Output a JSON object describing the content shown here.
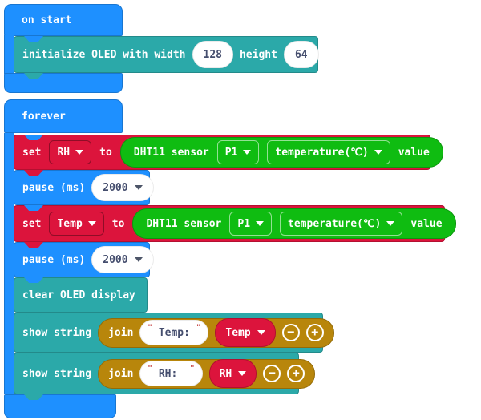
{
  "colors": {
    "basic_blue": "#1E90FF",
    "oled_teal": "#2BA9A9",
    "variables_red": "#DC143C",
    "sensor_green": "#0FBC11",
    "text_gold": "#B8860B"
  },
  "glyphs": {
    "minus": "−",
    "plus": "+",
    "quote": "\""
  },
  "on_start": {
    "label": "on start",
    "oled_init": {
      "prefix": "initialize OLED with width",
      "width_value": "128",
      "height_label": "height",
      "height_value": "64"
    }
  },
  "forever": {
    "label": "forever",
    "set_rh": {
      "set_label": "set",
      "variable": "RH",
      "to_label": "to",
      "dht11": {
        "name": "DHT11 sensor",
        "pin": "P1",
        "reading": "temperature(℃)",
        "value_label": "value"
      }
    },
    "pause_1": {
      "label": "pause (ms)",
      "value": "2000"
    },
    "set_temp": {
      "set_label": "set",
      "variable": "Temp",
      "to_label": "to",
      "dht11": {
        "name": "DHT11 sensor",
        "pin": "P1",
        "reading": "temperature(℃)",
        "value_label": "value"
      }
    },
    "pause_2": {
      "label": "pause (ms)",
      "value": "2000"
    },
    "clear_oled": {
      "label": "clear OLED display"
    },
    "show_string_1": {
      "label": "show string",
      "join_label": "join",
      "string_value": "Temp:",
      "variable": "Temp"
    },
    "show_string_2": {
      "label": "show string",
      "join_label": "join",
      "string_value": "RH: ",
      "variable": "RH"
    }
  }
}
